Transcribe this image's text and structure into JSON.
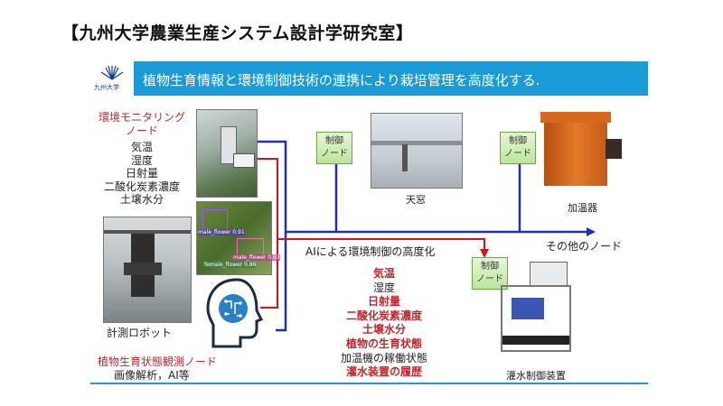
{
  "title": "【九州大学農業生産システム設計学研究室】",
  "header": {
    "logo_text": "九州大学",
    "text": "植物生育情報と環境制御技術の連携により栽培管理を高度化する."
  },
  "env_node": {
    "title_lines": [
      "環境モニタリング",
      "ノード"
    ],
    "items": [
      "気温",
      "湿度",
      "日射量",
      "二酸化炭素濃度",
      "土壌水分"
    ]
  },
  "robot": {
    "caption": "計測ロボット"
  },
  "plant_node": {
    "title": "植物生育状態観測ノード",
    "subtitle": "画像解析，AI等"
  },
  "ai_photo": {
    "labels": [
      "male_flower 0.91",
      "male_flower 0.93",
      "female_flower 0.86"
    ]
  },
  "control_node_label_lines": [
    "制御",
    "ノード"
  ],
  "devices": {
    "window": "天窓",
    "heater": "加温器",
    "irrigation": "灌水制御装置",
    "other": "その他のノード"
  },
  "ai_label": "AIによる環境制御の高度化",
  "ai_items": [
    {
      "text": "気温",
      "emphasis": true
    },
    {
      "text": "湿度",
      "emphasis": false
    },
    {
      "text": "日射量",
      "emphasis": true
    },
    {
      "text": "二酸化炭素濃度",
      "emphasis": true
    },
    {
      "text": "土壌水分",
      "emphasis": true
    },
    {
      "text": "植物の生育状態",
      "emphasis": true
    },
    {
      "text": "加温機の稼働状態",
      "emphasis": false
    },
    {
      "text": "灌水装置の履歴",
      "emphasis": true
    }
  ],
  "colors": {
    "header_blue": "#1a9bd7",
    "line_blue": "#1f2fb8",
    "line_red": "#d4141c",
    "accent_red": "#c0272d",
    "node_green": "#bde59b",
    "heater_orange": "#d9681f"
  }
}
